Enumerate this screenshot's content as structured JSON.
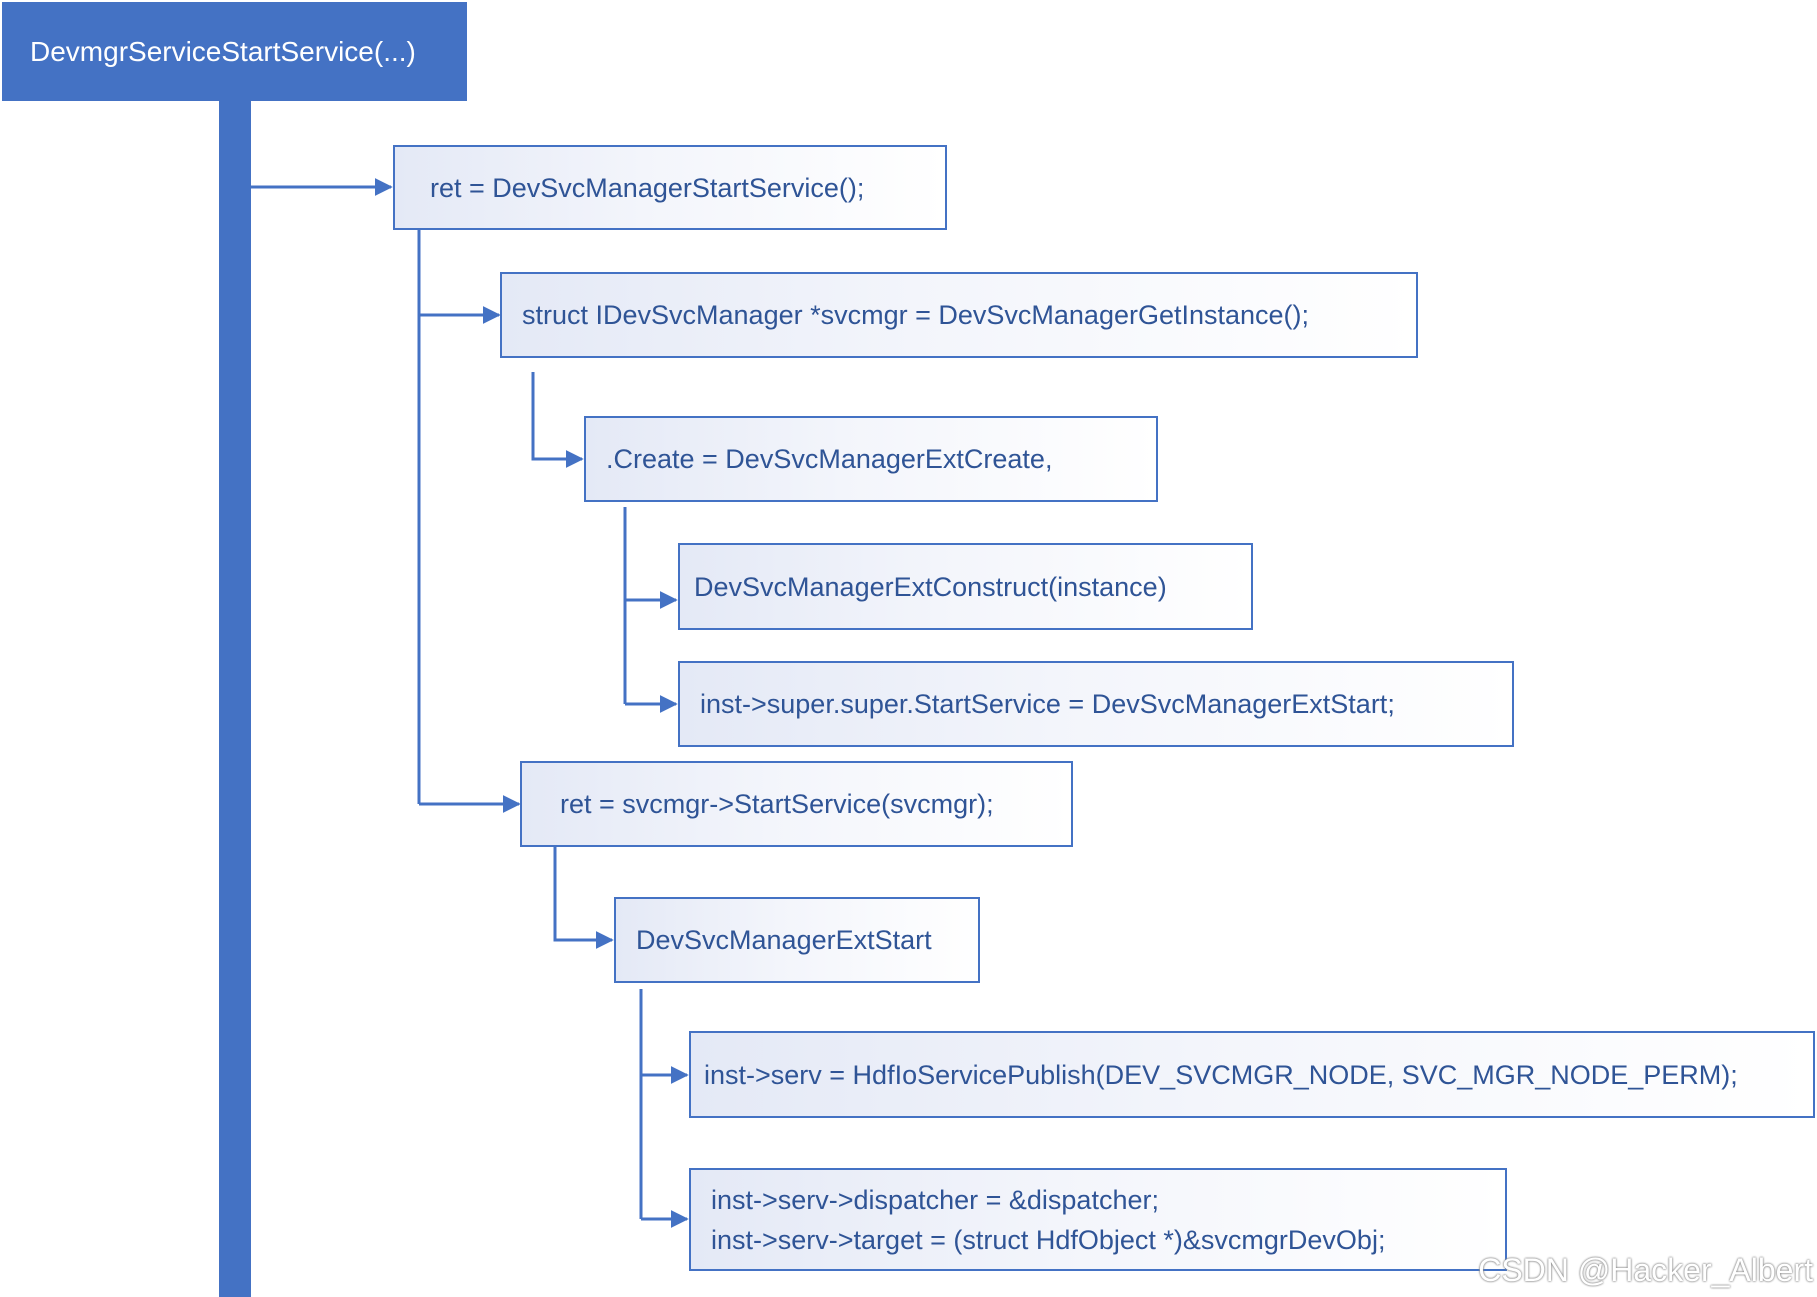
{
  "root": {
    "label": "DevmgrServiceStartService(...)"
  },
  "nodes": {
    "start_service": "ret = DevSvcManagerStartService();",
    "get_instance": "struct IDevSvcManager *svcmgr = DevSvcManagerGetInstance();",
    "create": ".Create = DevSvcManagerExtCreate,",
    "construct": "DevSvcManagerExtConstruct(instance)",
    "start_assign": "inst->super.super.StartService = DevSvcManagerExtStart;",
    "svcmgr_start": "ret = svcmgr->StartService(svcmgr);",
    "ext_start": "DevSvcManagerExtStart",
    "publish": "inst->serv = HdfIoServicePublish(DEV_SVCMGR_NODE, SVC_MGR_NODE_PERM);",
    "dispatcher_line1": "inst->serv->dispatcher = &dispatcher;",
    "dispatcher_line2": "inst->serv->target = (struct HdfObject *)&svcmgrDevObj;"
  },
  "watermark": "CSDN @Hacker_Albert",
  "colors": {
    "accent": "#4472C4",
    "text": "#2F5496",
    "box_fill_start": "#e4e9f6",
    "box_fill_end": "#ffffff",
    "root_text": "#ffffff"
  }
}
